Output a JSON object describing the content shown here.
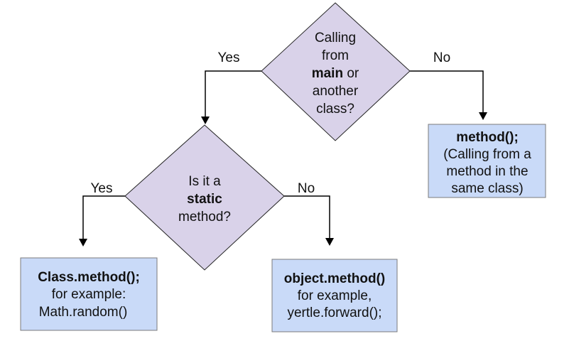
{
  "colors": {
    "decision_fill": "#d9d2e9",
    "action_fill": "#c9daf8",
    "line": "#000000"
  },
  "decision_main": {
    "line1": "Calling",
    "line2": "from",
    "line3_bold": "main",
    "line3_rest": " or",
    "line4": "another",
    "line5": "class?"
  },
  "decision_static": {
    "line1": "Is it a",
    "line2_bold": "static",
    "line3": "method?"
  },
  "labels": {
    "yes_top": "Yes",
    "no_top": "No",
    "yes_left": "Yes",
    "no_mid": "No"
  },
  "box_same_class": {
    "title": "method();",
    "line2": "(Calling from a",
    "line3": "method in the",
    "line4": "same class)"
  },
  "box_static": {
    "title": "Class.method();",
    "line2": "for example:",
    "line3": "Math.random()"
  },
  "box_object": {
    "title": "object.method()",
    "line2": "for example,",
    "line3": "yertle.forward();"
  }
}
